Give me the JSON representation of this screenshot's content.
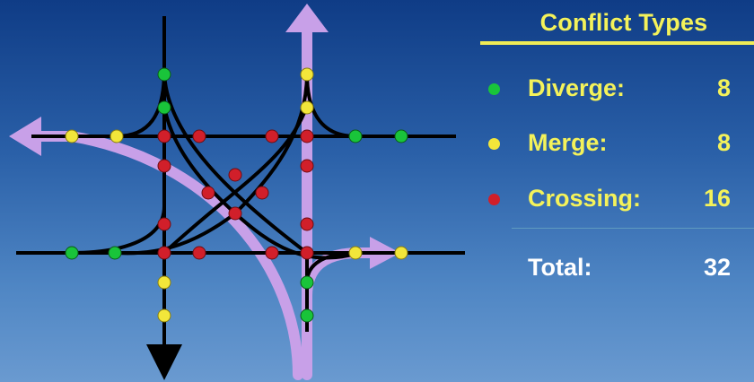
{
  "legend": {
    "title": "Conflict Types",
    "items": [
      {
        "label": "Diverge:",
        "count": "8",
        "color": "#19c43a"
      },
      {
        "label": "Merge:",
        "count": "8",
        "color": "#f2e63a"
      },
      {
        "label": "Crossing:",
        "count": "16",
        "color": "#d11f2a"
      }
    ],
    "total_label": "Total:",
    "total_count": "32"
  },
  "diagram": {
    "road_color": "#000000",
    "highlight_path_color": "#c8a0e8",
    "conflict_points": {
      "diverge": 8,
      "merge": 8,
      "crossing": 16
    }
  }
}
